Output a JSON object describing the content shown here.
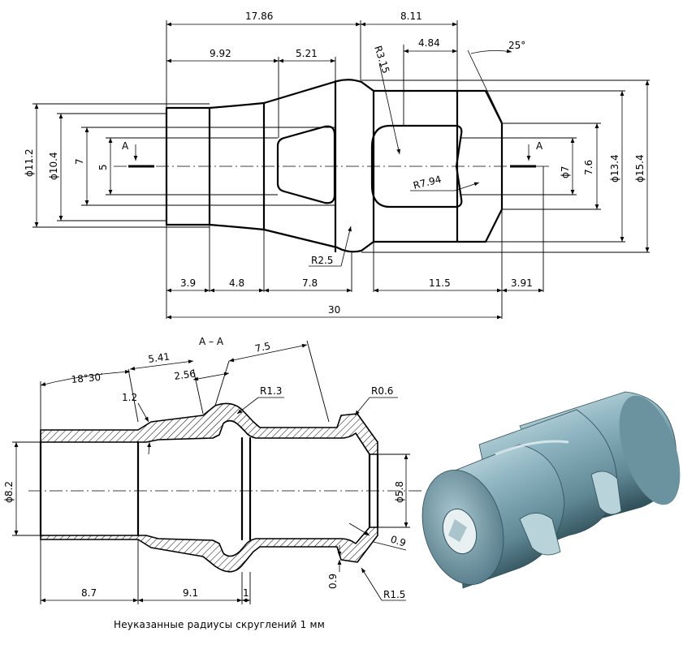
{
  "top_view": {
    "dims": {
      "d1786": "17.86",
      "d811": "8.11",
      "d992": "9.92",
      "d521": "5.21",
      "d484": "4.84",
      "d25deg": "25°",
      "r315": "R3.15",
      "r794": "R7.94",
      "r25": "R2.5",
      "d39": "3.9",
      "d48": "4.8",
      "d78": "7.8",
      "d115": "11.5",
      "d391": "3.91",
      "d30": "30",
      "dia112": "ϕ11.2",
      "dia104": "ϕ10.4",
      "v7": "7",
      "v5": "5",
      "dia7": "ϕ7",
      "v76": "7.6",
      "dia134": "ϕ13.4",
      "dia154": "ϕ15.4"
    },
    "section_mark": "A"
  },
  "section_view": {
    "title": "A – A",
    "dims": {
      "ang1830": "18°30′",
      "d541": "5.41",
      "d256": "2.56",
      "d75": "7.5",
      "d12": "1.2",
      "r13": "R1.3",
      "r06": "R0.6",
      "dia82": "ϕ8.2",
      "dia58": "ϕ5.8",
      "d09a": "0.9",
      "d09b": "0.9",
      "r15": "R1.5",
      "d87": "8.7",
      "d91": "9.1",
      "d1": "1"
    }
  },
  "note": "Неуказанные радиусы скруглений 1 мм",
  "colors": {
    "part_body": "#6f9aa8",
    "part_highlight": "#cfe2e8",
    "part_shadow": "#2f4e58"
  }
}
